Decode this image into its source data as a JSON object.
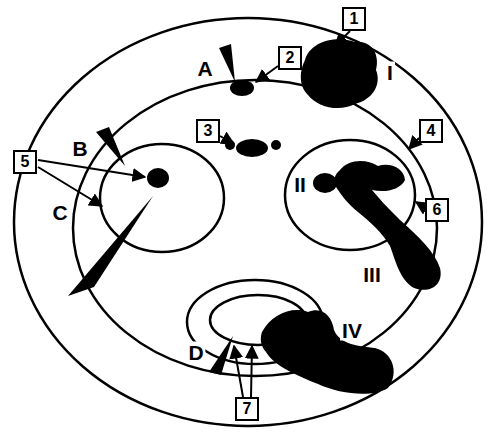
{
  "diagram": {
    "nodes": [
      {
        "text": [
          "1"
        ]
      },
      {
        "text": [
          "2"
        ]
      },
      {
        "text": [
          "3"
        ]
      },
      {
        "text": [
          "4"
        ]
      },
      {
        "text": [
          "5"
        ]
      },
      {
        "text": [
          "6"
        ]
      },
      {
        "text": [
          "7"
        ]
      }
    ],
    "labels": [
      "A",
      "I",
      "B",
      "II",
      "C",
      "III",
      "IV",
      "D"
    ]
  }
}
